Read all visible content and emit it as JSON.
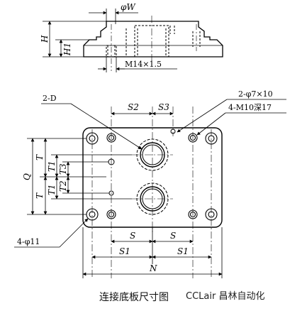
{
  "top_view": {
    "dim_phiW": "φW",
    "dim_H": "H",
    "dim_H1": "H1",
    "thread_label": "M14×1.5"
  },
  "plan_view": {
    "callout_2D": "2-D",
    "callout_2phi7": "2-φ7×10",
    "callout_4M10": "4-M10深17",
    "callout_4phi11": "4-φ11",
    "dim_S2": "S2",
    "dim_S3": "S3",
    "dim_Q": "Q",
    "dim_T": "T",
    "dim_T1": "T1",
    "dim_T3": "T3",
    "dim_T2": "T2",
    "dim_S": "S",
    "dim_S1": "S1",
    "dim_N": "N"
  },
  "caption": "连接底板尺寸图",
  "watermark": "CCLair 昌林自动化"
}
